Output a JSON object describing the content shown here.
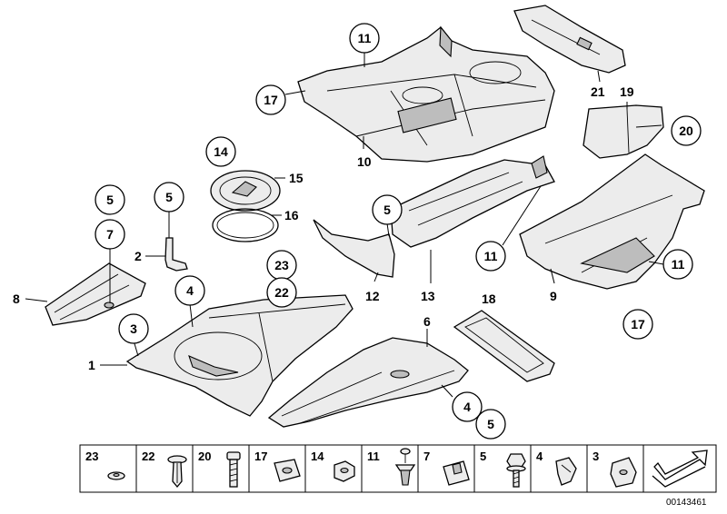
{
  "diagram": {
    "callouts_circled": [
      "11",
      "17",
      "14",
      "5",
      "7",
      "5",
      "23",
      "22",
      "4",
      "3",
      "5",
      "20",
      "11",
      "11",
      "17",
      "4",
      "5"
    ],
    "callouts_plain": [
      "15",
      "16",
      "10",
      "21",
      "19",
      "2",
      "8",
      "1",
      "12",
      "13",
      "9",
      "6",
      "18"
    ]
  },
  "legend": {
    "cells": [
      "23",
      "22",
      "20",
      "17",
      "14",
      "11",
      "7",
      "5",
      "4",
      "3"
    ]
  },
  "doc_number": "00143461"
}
